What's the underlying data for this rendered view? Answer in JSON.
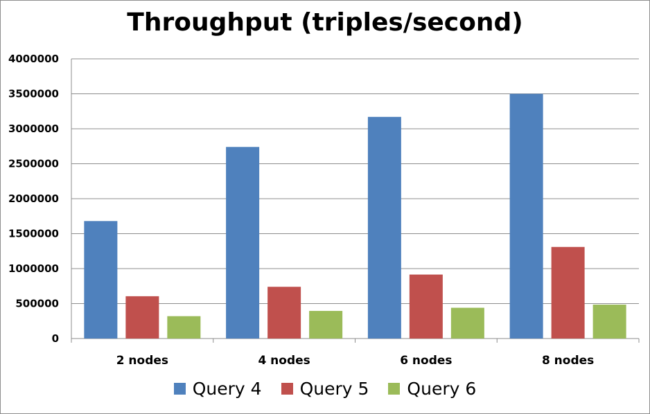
{
  "chart_data": {
    "type": "bar",
    "title": "Throughput (triples/second)",
    "xlabel": "",
    "ylabel": "",
    "categories": [
      "2 nodes",
      "4 nodes",
      "6 nodes",
      "8 nodes"
    ],
    "series": [
      {
        "name": "Query 4",
        "color": "#4f81bd",
        "values": [
          1680000,
          2740000,
          3170000,
          3500000
        ]
      },
      {
        "name": "Query 5",
        "color": "#c0504d",
        "values": [
          605000,
          740000,
          915000,
          1310000
        ]
      },
      {
        "name": "Query 6",
        "color": "#9bbb59",
        "values": [
          320000,
          395000,
          440000,
          485000
        ]
      }
    ],
    "ylim": [
      0,
      4000000
    ],
    "yticks": [
      0,
      500000,
      1000000,
      1500000,
      2000000,
      2500000,
      3000000,
      3500000,
      4000000
    ],
    "grid": true,
    "legend": "bottom"
  }
}
